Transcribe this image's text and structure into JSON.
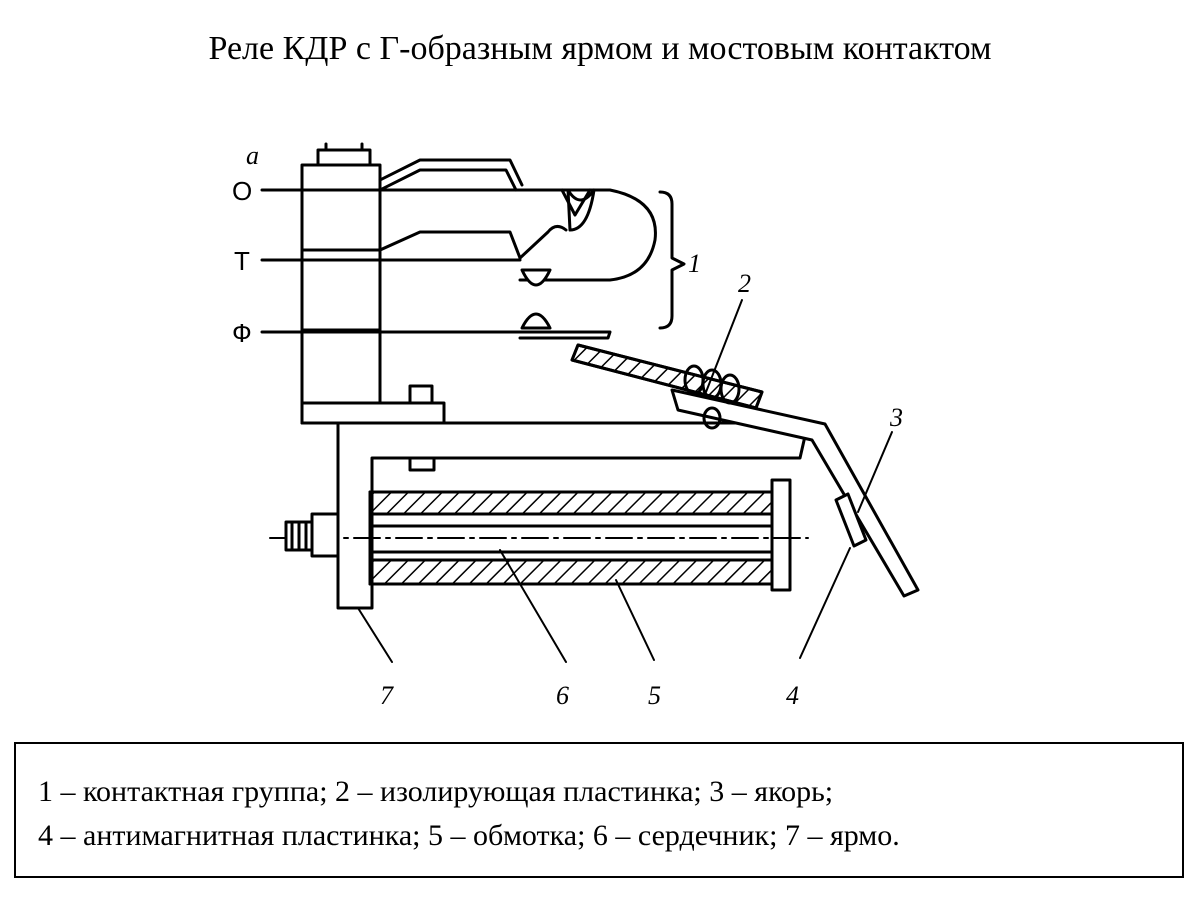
{
  "title": "Реле КДР с Г-образным ярмом и мостовым контактом",
  "diagram": {
    "subfigure_label": "a",
    "terminals": {
      "o": "О",
      "t": "Т",
      "f": "Ф"
    },
    "callouts": {
      "n1": "1",
      "n2": "2",
      "n3": "3",
      "n4": "4",
      "n5": "5",
      "n6": "6",
      "n7": "7"
    }
  },
  "legend": {
    "line1": "1 – контактная группа; 2 – изолирующая пластинка; 3 – якорь;",
    "line2": "4 – антимагнитная пластинка; 5 – обмотка;  6 – сердечник; 7 – ярмо."
  }
}
